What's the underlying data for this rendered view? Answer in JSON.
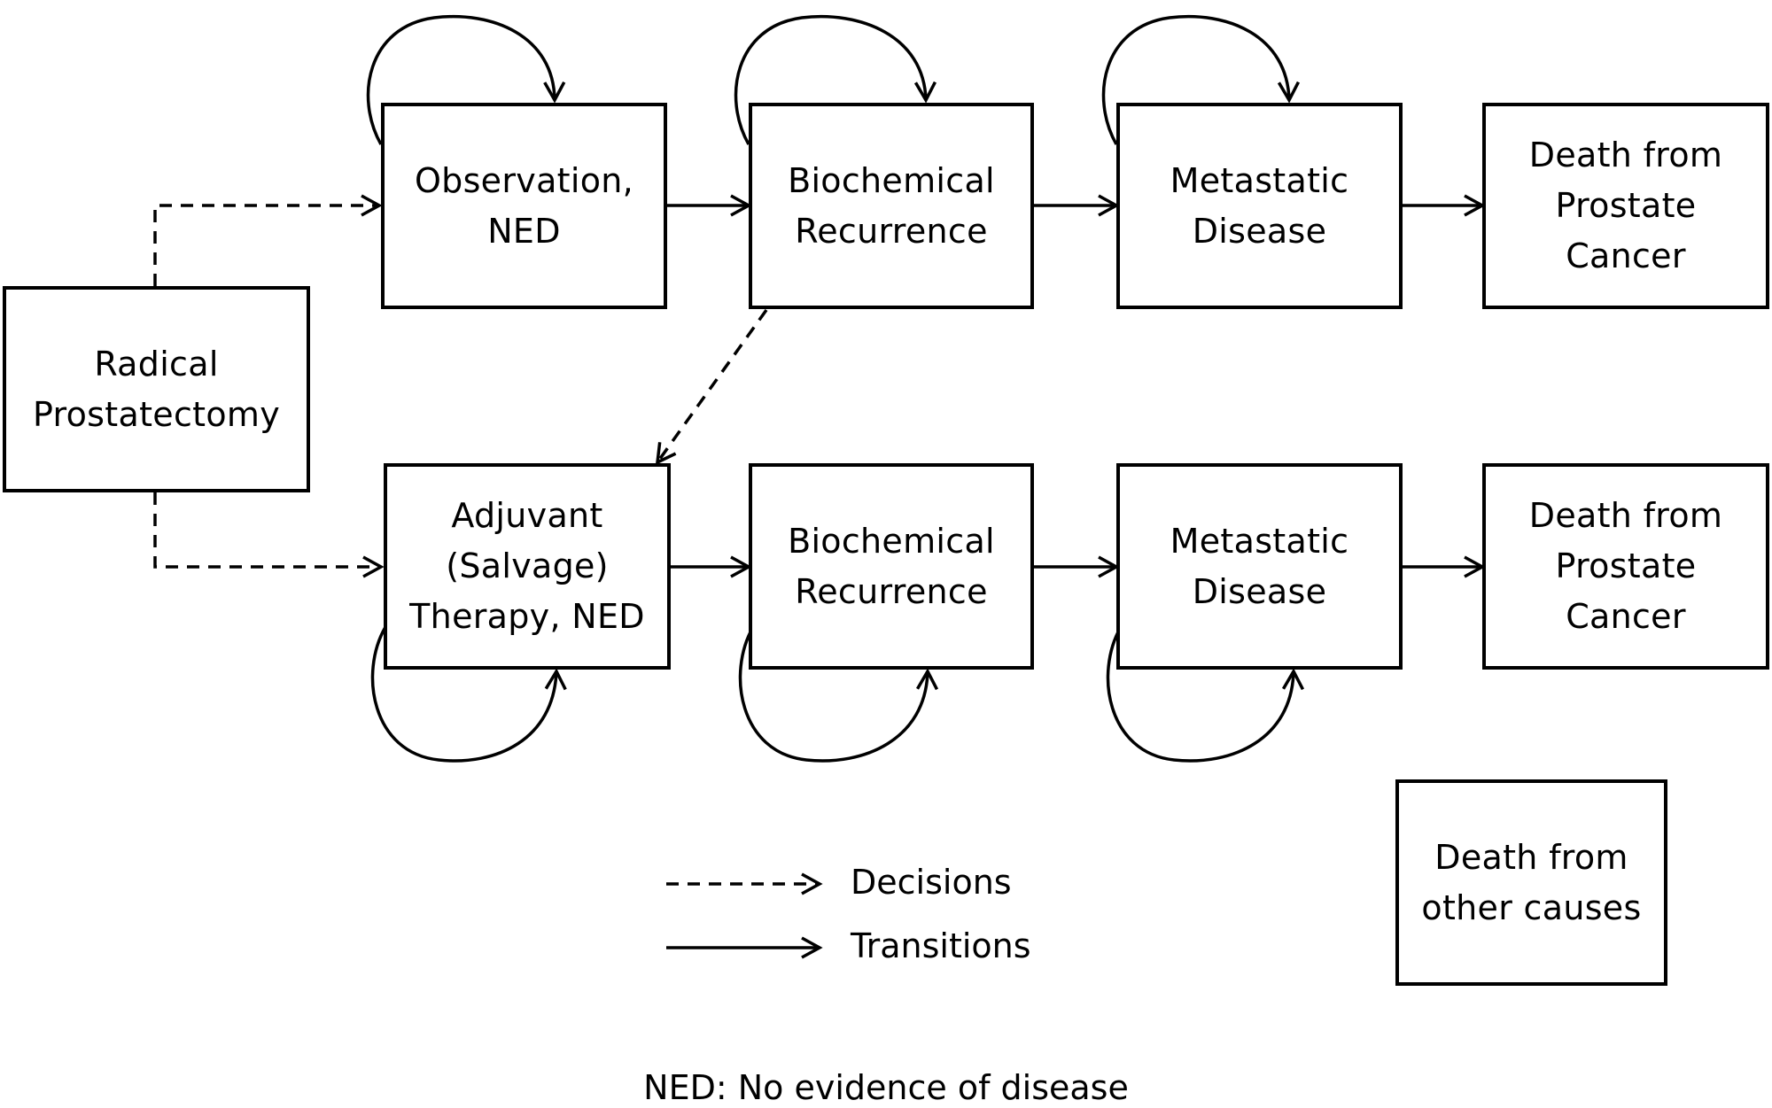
{
  "nodes": {
    "radical_prostatectomy": "Radical\nProstatectomy",
    "observation_ned": "Observation,\nNED",
    "biochemical_recurrence_top": "Biochemical\nRecurrence",
    "metastatic_disease_top": "Metastatic\nDisease",
    "death_prostate_cancer_top": "Death from\nProstate\nCancer",
    "adjuvant_therapy_ned": "Adjuvant\n(Salvage)\nTherapy, NED",
    "biochemical_recurrence_bottom": "Biochemical\nRecurrence",
    "metastatic_disease_bottom": "Metastatic\nDisease",
    "death_prostate_cancer_bottom": "Death from\nProstate\nCancer",
    "death_other_causes": "Death from\nother causes"
  },
  "legend": {
    "decisions": "Decisions",
    "transitions": "Transitions"
  },
  "footnote": "NED: No evidence of disease"
}
